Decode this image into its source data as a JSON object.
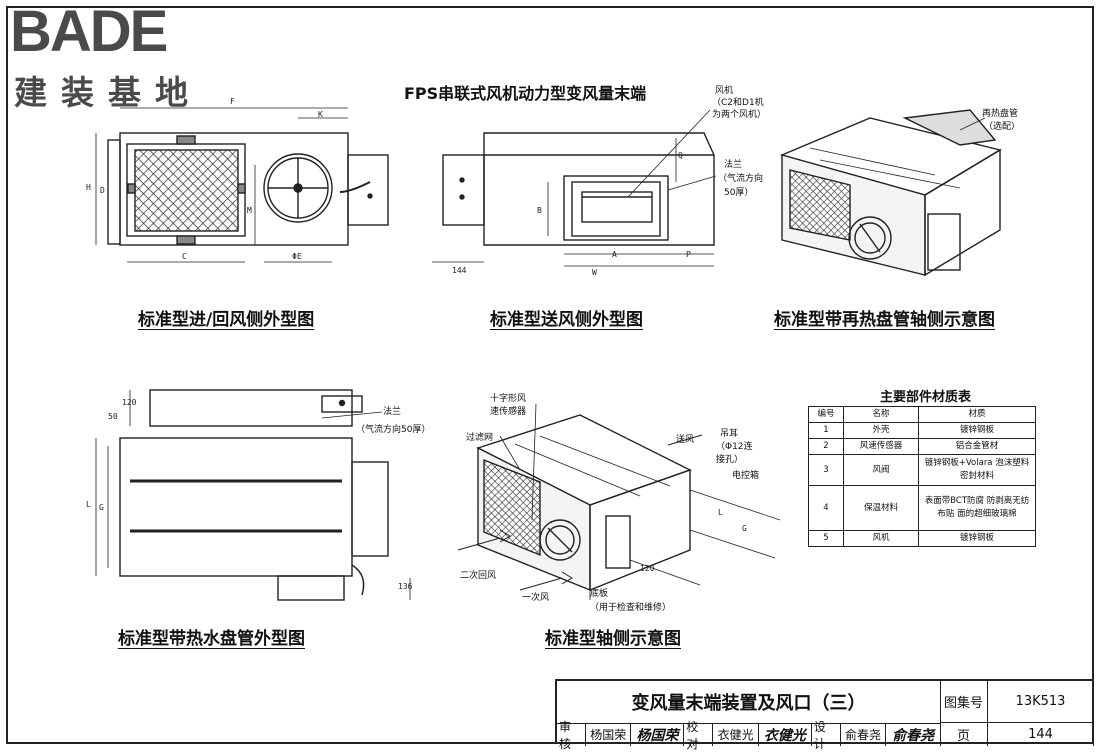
{
  "logo": {
    "text": "BADE",
    "cn": "建装基地"
  },
  "main_title": "FPS串联式风机动力型变风量末端",
  "captions": {
    "intake_side": "标准型进/回风侧外型图",
    "supply_side": "标准型送风侧外型图",
    "reheat_iso": "标准型带再热盘管轴侧示意图",
    "hot_water": "标准型带热水盘管外型图",
    "iso": "标准型轴侧示意图"
  },
  "dims": {
    "F": "F",
    "K": "K",
    "H": "H",
    "D": "D",
    "M": "M",
    "C": "C",
    "phiE": "ΦE",
    "Q": "Q",
    "B": "B",
    "A": "A",
    "P": "P",
    "W": "W",
    "w144": "144",
    "d120": "120",
    "d50": "50",
    "L": "L",
    "G": "G",
    "d136": "136",
    "iso_L": "L",
    "iso_G": "G",
    "iso_120": "120"
  },
  "labels": {
    "fan": "风机",
    "fan_note1": "（C2和D1机",
    "fan_note2": "为两个风机）",
    "flange": "法兰",
    "flange_note1": "（气流方向",
    "flange_note2": "50厚）",
    "reheat_coil1": "再热盘管",
    "reheat_coil2": "（选配）",
    "flange2": "法兰",
    "flange2_note": "（气流方向50厚）",
    "cross_sensor1": "十字形风",
    "cross_sensor2": "速传感器",
    "filter": "过滤网",
    "supply_air": "送风",
    "hanger1": "吊耳",
    "hanger2": "（Φ12连",
    "hanger3": "接孔）",
    "control_box": "电控箱",
    "secondary_air": "二次回风",
    "primary_air": "一次风",
    "bottom_plate1": "底板",
    "bottom_plate2": "（用于检查和维修）"
  },
  "material_table": {
    "title": "主要部件材质表",
    "headers": [
      "编号",
      "名称",
      "材质"
    ],
    "rows": [
      [
        "1",
        "外壳",
        "镀锌钢板"
      ],
      [
        "2",
        "风速传感器",
        "铝合金管材"
      ],
      [
        "3",
        "风阀",
        "镀锌钢板+Volara 泡沫塑料密封材料"
      ],
      [
        "4",
        "保温材料",
        "表面带BCT防腐 防剥离无纺布贴 面的超细玻璃棉"
      ],
      [
        "5",
        "风机",
        "镀锌钢板"
      ]
    ]
  },
  "title_block": {
    "title": "变风量末端装置及风口（三）",
    "atlas_label": "图集号",
    "atlas_no": "13K513",
    "page_label": "页",
    "page_no": "144",
    "review_label": "审核",
    "reviewer": "杨国荣",
    "reviewer_sig": "杨国荣",
    "check_label": "校对",
    "checker": "衣健光",
    "checker_sig": "衣健光",
    "design_label": "设计",
    "designer": "俞春尧",
    "designer_sig": "俞春尧"
  }
}
